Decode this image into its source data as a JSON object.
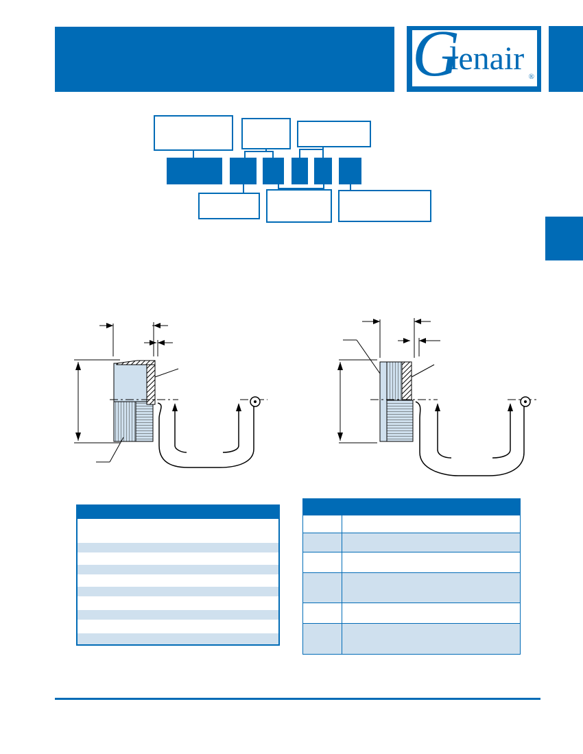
{
  "brand": {
    "logo_initial": "G",
    "logo_rest": "lenair",
    "logo_mark": "®",
    "accent_color": "#006bb6",
    "row_tint": "#cfe0ee"
  },
  "header": {
    "title": ""
  },
  "part_number": {
    "segments": [
      "",
      "",
      "",
      "",
      "",
      ""
    ],
    "callouts_top": [
      "",
      "",
      ""
    ],
    "callouts_bottom": [
      "",
      "",
      ""
    ]
  },
  "drawings": {
    "left_icon": "connector-cap-drawing",
    "right_icon": "connector-cap-drawing"
  },
  "table_left": {
    "header": "",
    "rows": [
      "",
      "",
      "",
      "",
      "",
      "",
      "",
      "",
      "",
      "",
      "",
      ""
    ]
  },
  "table_right": {
    "header": "",
    "rows": [
      {
        "code": "",
        "desc": ""
      },
      {
        "code": "",
        "desc": ""
      },
      {
        "code": "",
        "desc": ""
      },
      {
        "code": "",
        "desc": ""
      },
      {
        "code": "",
        "desc": ""
      },
      {
        "code": "",
        "desc": ""
      }
    ]
  }
}
